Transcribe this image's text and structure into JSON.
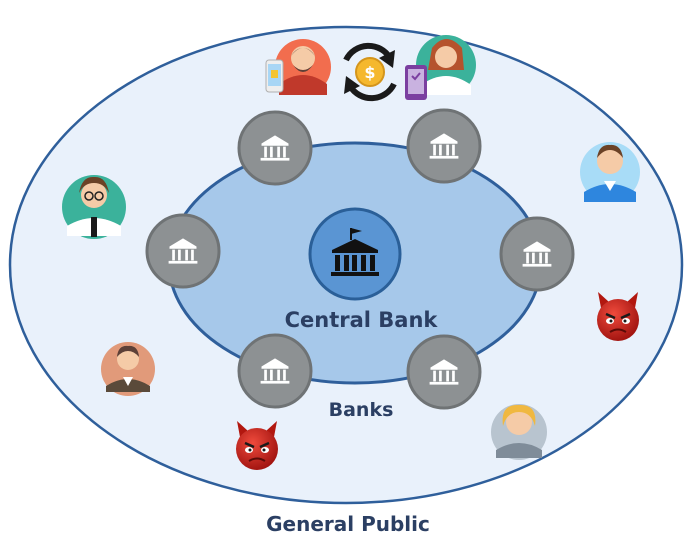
{
  "labels": {
    "central_bank": "Central Bank",
    "banks": "Banks",
    "general_public": "General Public"
  },
  "icons": {
    "bank": "bank-building-icon",
    "central_bank": "central-bank-icon",
    "exchange": "currency-exchange-icon",
    "person": "person-avatar",
    "devil": "devil-face-icon"
  },
  "colors": {
    "outer_fill": "#e9f1fb",
    "outer_stroke": "#2f5f9b",
    "inner_fill": "#a6c8ea",
    "inner_stroke": "#2f5f9b",
    "bank_circle": "#8d9193",
    "central_circle": "#5a95d3",
    "label_text": "#2b3f63",
    "devil": "#c8201b"
  }
}
